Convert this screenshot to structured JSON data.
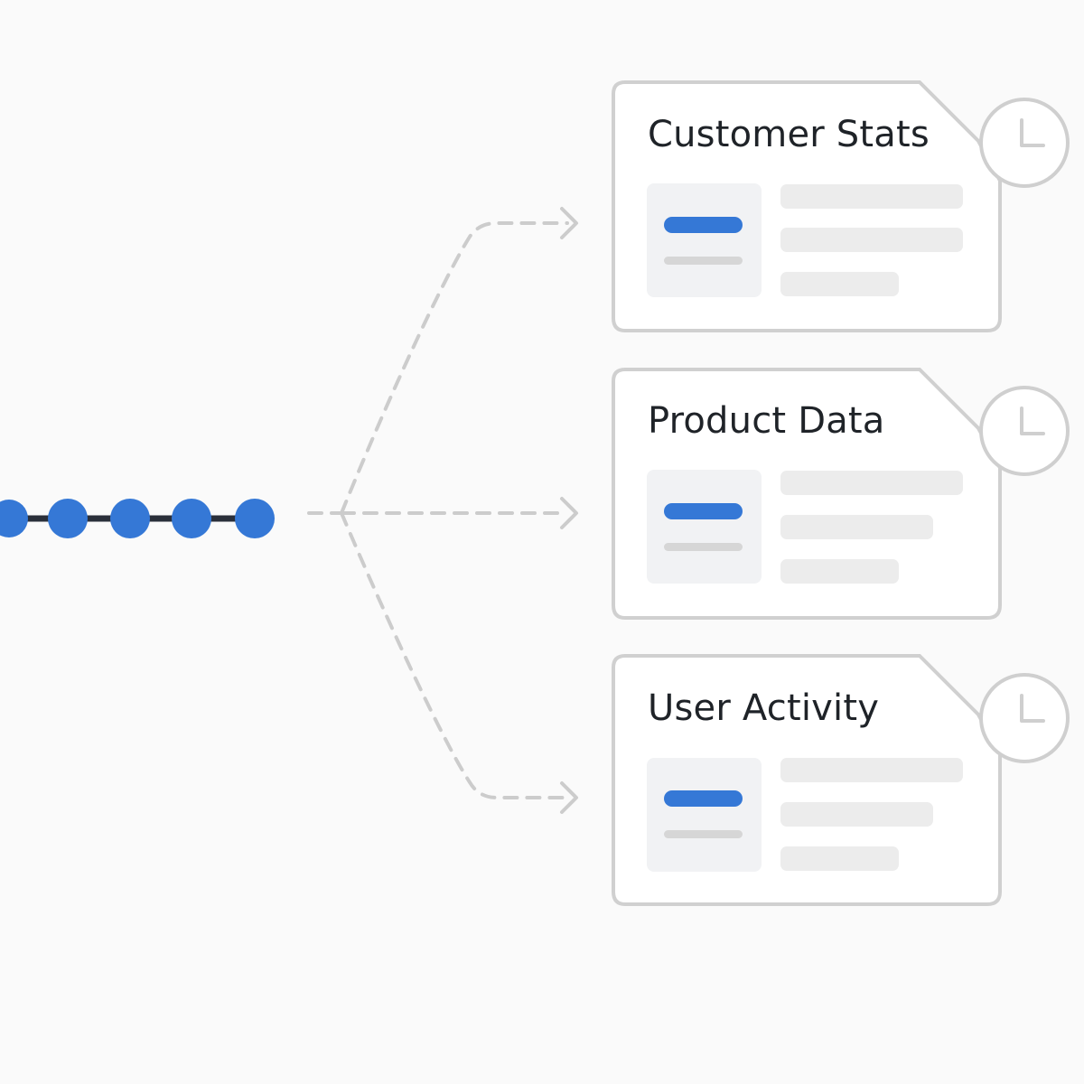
{
  "colors": {
    "background": "#fafafa",
    "accent_blue": "#3578d6",
    "chain_line": "#2a2f3a",
    "card_border": "#d0d0d0",
    "placeholder": "#ececec",
    "clock_stroke": "#cfcfcf",
    "arrow_stroke": "#cccccc"
  },
  "pipeline": {
    "node_count": 5,
    "icon": "chain-of-dots"
  },
  "cards": [
    {
      "title": "Customer Stats",
      "icon": "clock-icon"
    },
    {
      "title": "Product Data",
      "icon": "clock-icon"
    },
    {
      "title": "User Activity",
      "icon": "clock-icon"
    }
  ]
}
